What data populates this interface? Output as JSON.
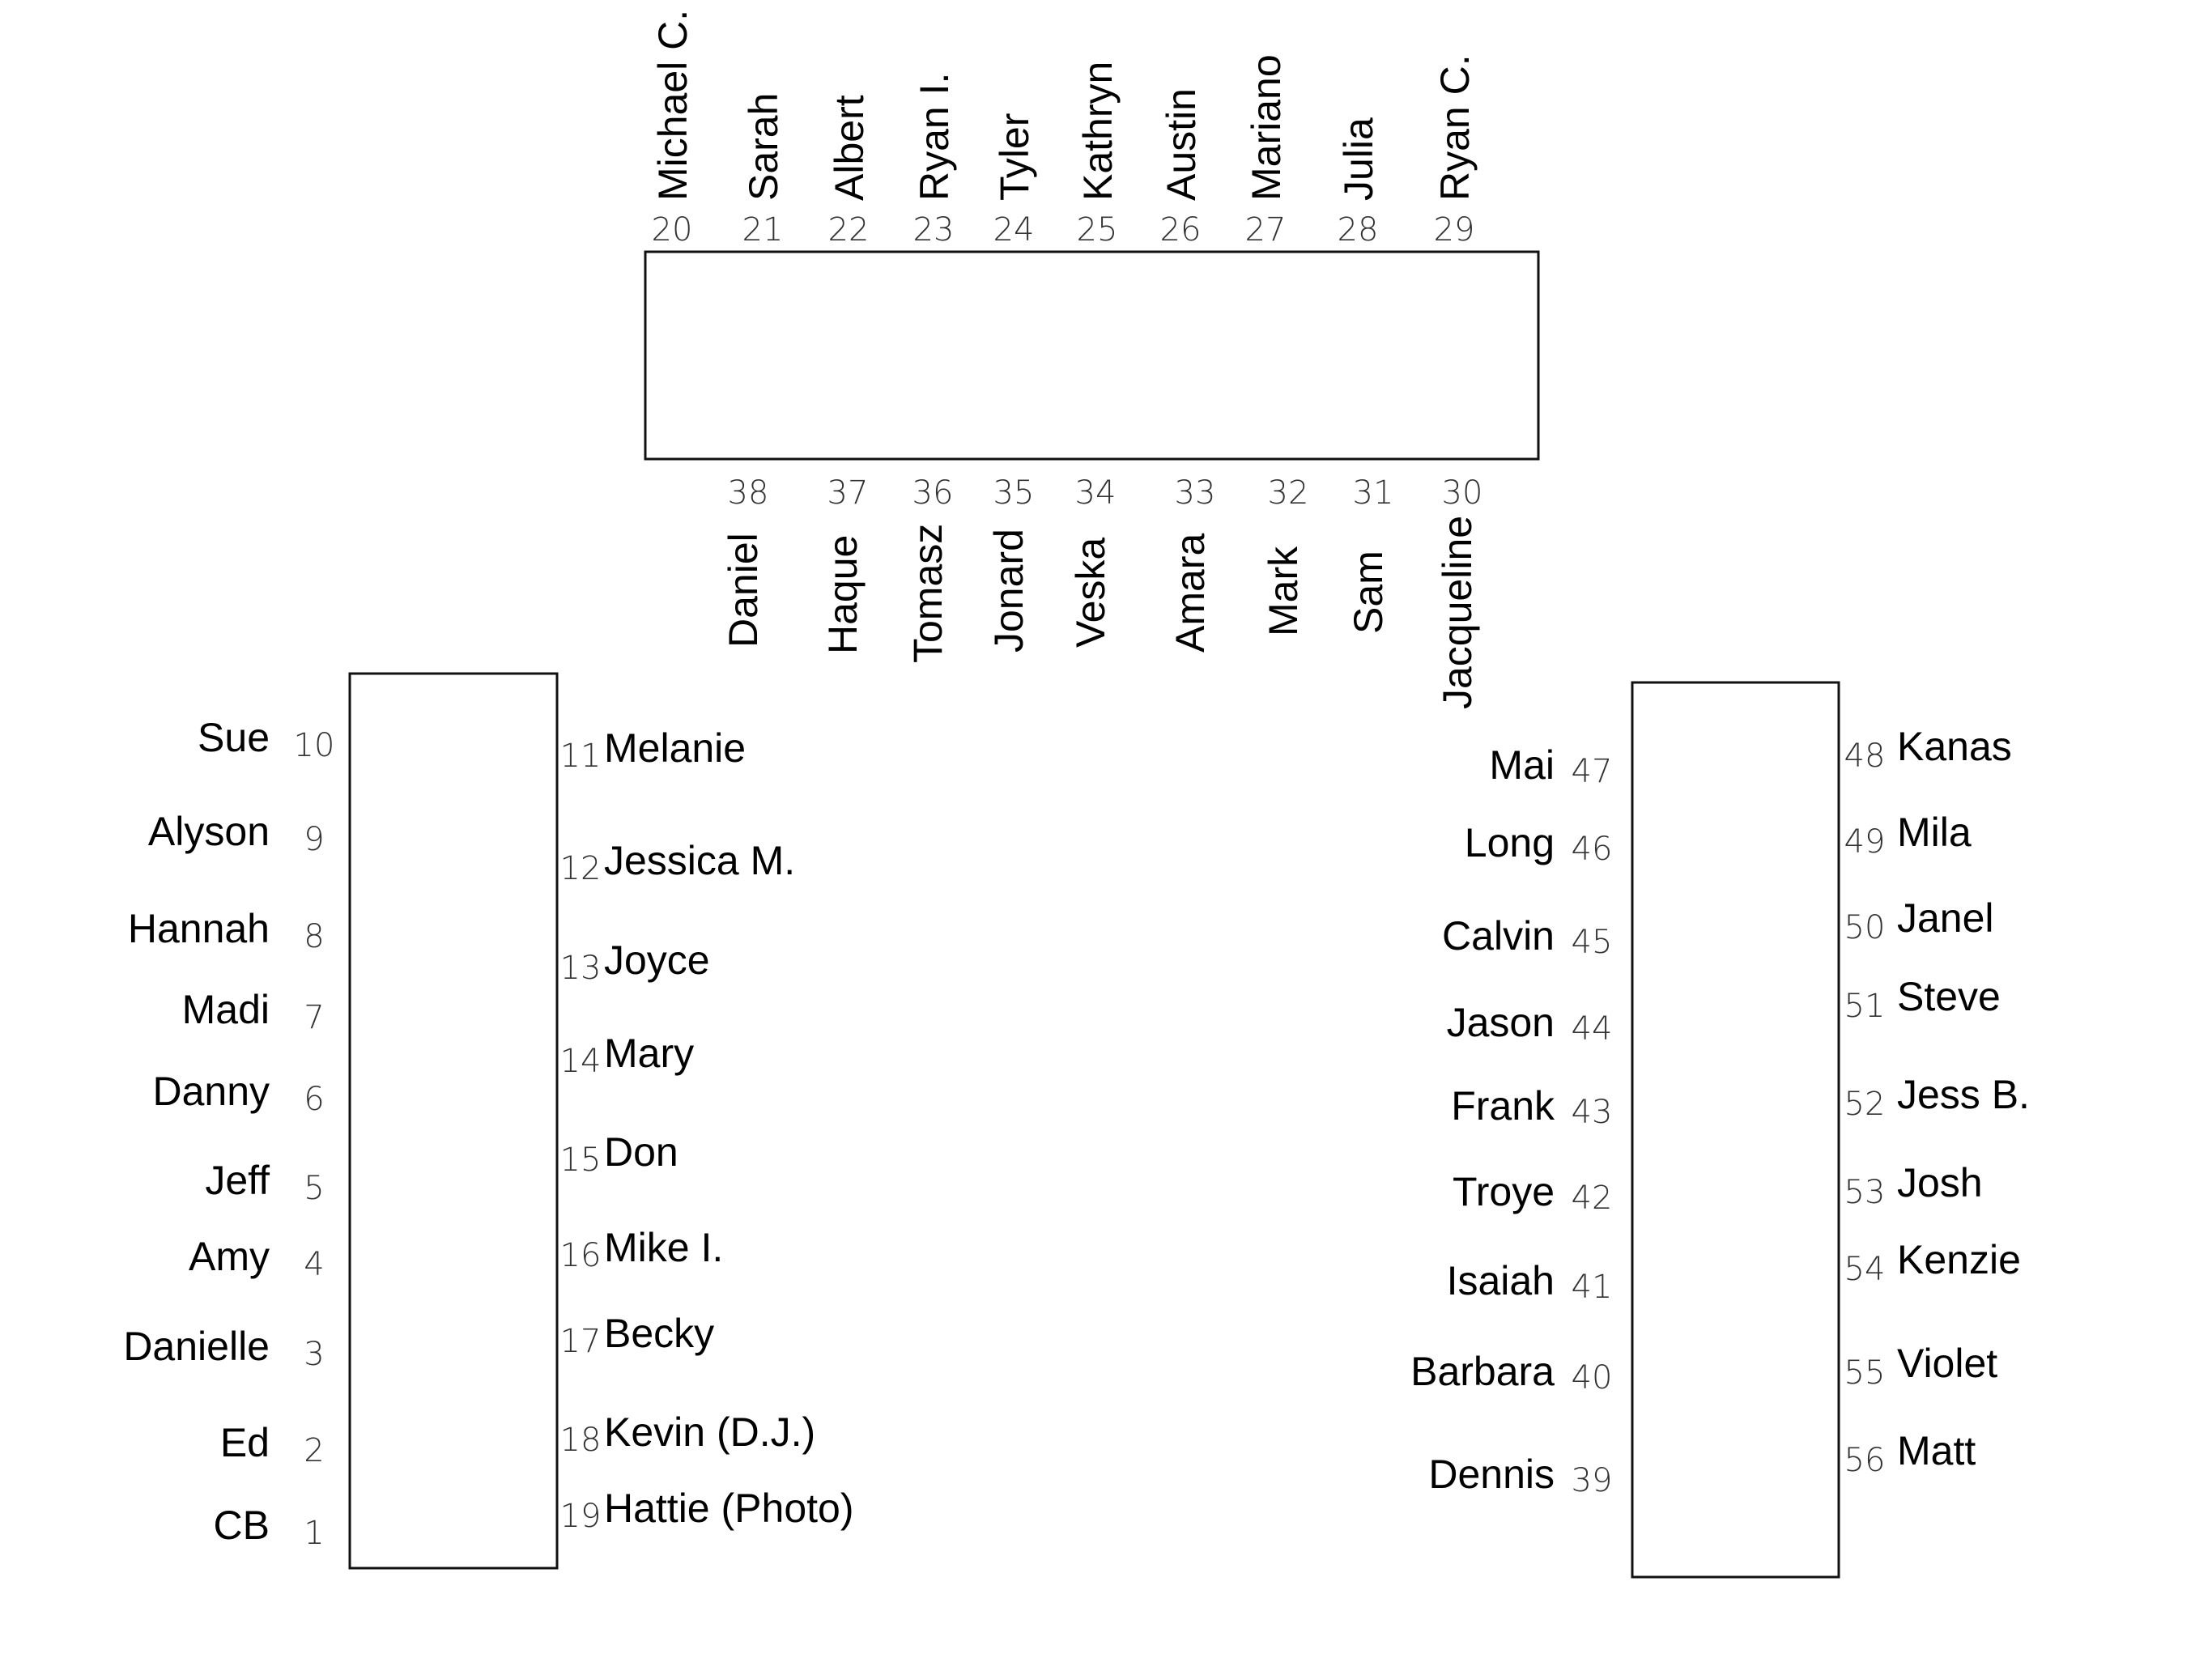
{
  "top_table": {
    "top_seats": [
      {
        "num": "20",
        "name": "Michael C."
      },
      {
        "num": "21",
        "name": "Sarah"
      },
      {
        "num": "22",
        "name": "Albert"
      },
      {
        "num": "23",
        "name": "Ryan I."
      },
      {
        "num": "24",
        "name": "Tyler"
      },
      {
        "num": "25",
        "name": "Kathryn"
      },
      {
        "num": "26",
        "name": "Austin"
      },
      {
        "num": "27",
        "name": "Mariano"
      },
      {
        "num": "28",
        "name": "Julia"
      },
      {
        "num": "29",
        "name": "Ryan C."
      }
    ],
    "bottom_seats": [
      {
        "num": "38",
        "name": "Daniel"
      },
      {
        "num": "37",
        "name": "Haque"
      },
      {
        "num": "36",
        "name": "Tomasz"
      },
      {
        "num": "35",
        "name": "Jonard"
      },
      {
        "num": "34",
        "name": "Veska"
      },
      {
        "num": "33",
        "name": "Amara"
      },
      {
        "num": "32",
        "name": "Mark"
      },
      {
        "num": "31",
        "name": "Sam"
      },
      {
        "num": "30",
        "name": "Jacqueline"
      }
    ]
  },
  "left_table": {
    "left_seats": [
      {
        "num": "10",
        "name": "Sue"
      },
      {
        "num": "9",
        "name": "Alyson"
      },
      {
        "num": "8",
        "name": "Hannah"
      },
      {
        "num": "7",
        "name": "Madi"
      },
      {
        "num": "6",
        "name": "Danny"
      },
      {
        "num": "5",
        "name": "Jeff"
      },
      {
        "num": "4",
        "name": "Amy"
      },
      {
        "num": "3",
        "name": "Danielle"
      },
      {
        "num": "2",
        "name": "Ed"
      },
      {
        "num": "1",
        "name": "CB"
      }
    ],
    "right_seats": [
      {
        "num": "11",
        "name": "Melanie"
      },
      {
        "num": "12",
        "name": "Jessica M."
      },
      {
        "num": "13",
        "name": "Joyce"
      },
      {
        "num": "14",
        "name": "Mary"
      },
      {
        "num": "15",
        "name": "Don"
      },
      {
        "num": "16",
        "name": "Mike I."
      },
      {
        "num": "17",
        "name": "Becky"
      },
      {
        "num": "18",
        "name": "Kevin (D.J.)"
      },
      {
        "num": "19",
        "name": "Hattie (Photo)"
      }
    ]
  },
  "right_table": {
    "left_seats": [
      {
        "num": "47",
        "name": "Mai"
      },
      {
        "num": "46",
        "name": "Long"
      },
      {
        "num": "45",
        "name": "Calvin"
      },
      {
        "num": "44",
        "name": "Jason"
      },
      {
        "num": "43",
        "name": "Frank"
      },
      {
        "num": "42",
        "name": "Troye"
      },
      {
        "num": "41",
        "name": "Isaiah"
      },
      {
        "num": "40",
        "name": "Barbara"
      },
      {
        "num": "39",
        "name": "Dennis"
      }
    ],
    "right_seats": [
      {
        "num": "48",
        "name": "Kanas"
      },
      {
        "num": "49",
        "name": "Mila"
      },
      {
        "num": "50",
        "name": "Janel"
      },
      {
        "num": "51",
        "name": "Steve"
      },
      {
        "num": "52",
        "name": "Jess B."
      },
      {
        "num": "53",
        "name": "Josh"
      },
      {
        "num": "54",
        "name": "Kenzie"
      },
      {
        "num": "55",
        "name": "Violet"
      },
      {
        "num": "56",
        "name": "Matt"
      }
    ]
  }
}
